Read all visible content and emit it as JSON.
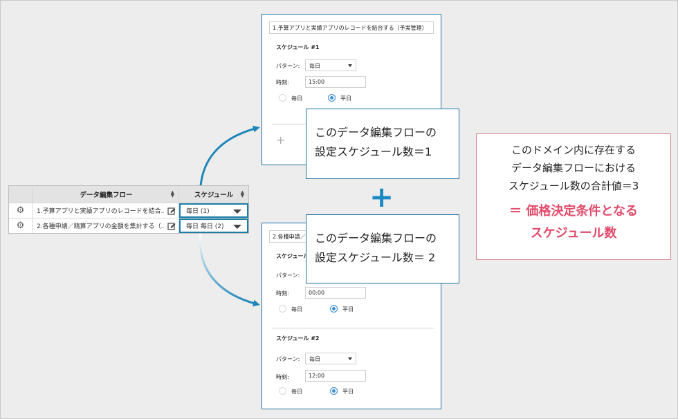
{
  "table": {
    "header_flow": "データ編集フロー",
    "header_schedule": "スケジュール",
    "rows": [
      {
        "flow": "1.予算アプリと実績アプリのレコードを結合...",
        "schedule": "毎日 (1)"
      },
      {
        "flow": "2.各種申請／精算アプリの金額を集計する（...",
        "schedule": "毎日 毎日 (2)"
      }
    ]
  },
  "panel1": {
    "title": "1.予算アプリと実績アプリのレコードを結合する（予実管理）",
    "schedule_title": "スケジュール #1",
    "pattern_label": "パターン:",
    "pattern_value": "毎日",
    "time_label": "時刻:",
    "time_value": "15:00",
    "radio_daily": "毎日",
    "radio_weekday": "平日",
    "add_icon": "plus-icon"
  },
  "panel2": {
    "title": "2.各種申請／",
    "schedule1_title": "スケジュール",
    "pattern_label": "パターン:",
    "time_label": "時刻:",
    "time1_value": "00:00",
    "radio_daily": "毎日",
    "radio_weekday": "平日",
    "schedule2_title": "スケジュール #2",
    "pattern2_value": "毎日",
    "time2_value": "12:00"
  },
  "callout1": {
    "line1": "このデータ編集フローの",
    "line2": "設定スケジュール数＝1"
  },
  "callout2": {
    "line1": "このデータ編集フローの",
    "line2": "設定スケジュール数＝ 2"
  },
  "note": {
    "line1": "このドメイン内に存在する",
    "line2": "データ編集フローにおける",
    "line3": "スケジュール数の合計値＝3",
    "line4": "＝ 価格決定条件となる",
    "line5": "スケジュール数"
  },
  "colors": {
    "accent": "#1e6fa0",
    "plus": "#1d8ac6",
    "highlight": "#e24a6a",
    "note_border": "#d7848f"
  }
}
